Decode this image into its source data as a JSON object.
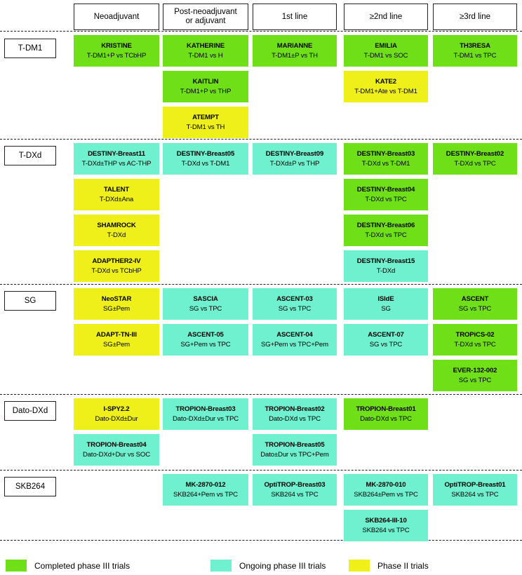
{
  "columns": [
    {
      "label": "Neoadjuvant"
    },
    {
      "label": "Post-neoadjuvant\nor adjuvant"
    },
    {
      "label": "1st line"
    },
    {
      "label": "≥2nd line"
    },
    {
      "label": "≥3rd line"
    }
  ],
  "rows": [
    {
      "label": "T-DM1"
    },
    {
      "label": "T-DXd"
    },
    {
      "label": "SG"
    },
    {
      "label": "Dato-DXd"
    },
    {
      "label": "SKB264"
    }
  ],
  "legend": [
    {
      "label": "Completed phase III trials",
      "color": "#6FE018",
      "key": "completed"
    },
    {
      "label": "Ongoing phase III trials",
      "color": "#6FF0CE",
      "key": "ongoing"
    },
    {
      "label": "Phase II trials",
      "color": "#EFF01A",
      "key": "phase2"
    }
  ],
  "chart_data": {
    "type": "table",
    "title": "Antibody-drug conjugate trials in breast cancer by treatment setting",
    "categories": [
      "Neoadjuvant",
      "Post-neoadjuvant or adjuvant",
      "1st line",
      "≥2nd line",
      "≥3rd line"
    ],
    "row_categories": [
      "T-DM1",
      "T-DXd",
      "SG",
      "Dato-DXd",
      "SKB264"
    ],
    "legend_entries": [
      "Completed phase III trials",
      "Ongoing phase III trials",
      "Phase II trials"
    ],
    "color_map": {
      "completed": "#6FE018",
      "ongoing": "#6FF0CE",
      "phase2": "#EFF01A"
    }
  },
  "cells": [
    {
      "row": "T-DM1",
      "col": "Neoadjuvant",
      "slot": 0,
      "name": "KRISTINE",
      "comparison": "T-DM1+P vs TCbHP",
      "status": "completed"
    },
    {
      "row": "T-DM1",
      "col": "Post-neoadjuvant or adjuvant",
      "slot": 0,
      "name": "KATHERINE",
      "comparison": "T-DM1 vs H",
      "status": "completed"
    },
    {
      "row": "T-DM1",
      "col": "Post-neoadjuvant or adjuvant",
      "slot": 1,
      "name": "KAITLIN",
      "comparison": "T-DM1+P vs THP",
      "status": "completed"
    },
    {
      "row": "T-DM1",
      "col": "Post-neoadjuvant or adjuvant",
      "slot": 2,
      "name": "ATEMPT",
      "comparison": "T-DM1 vs TH",
      "status": "phase2"
    },
    {
      "row": "T-DM1",
      "col": "1st line",
      "slot": 0,
      "name": "MARIANNE",
      "comparison": "T-DM1±P vs TH",
      "status": "completed"
    },
    {
      "row": "T-DM1",
      "col": "≥2nd line",
      "slot": 0,
      "name": "EMILIA",
      "comparison": "T-DM1 vs SOC",
      "status": "completed"
    },
    {
      "row": "T-DM1",
      "col": "≥2nd line",
      "slot": 1,
      "name": "KATE2",
      "comparison": "T-DM1+Ate vs T-DM1",
      "status": "phase2"
    },
    {
      "row": "T-DM1",
      "col": "≥3rd line",
      "slot": 0,
      "name": "TH3RESA",
      "comparison": "T-DM1 vs TPC",
      "status": "completed"
    },
    {
      "row": "T-DXd",
      "col": "Neoadjuvant",
      "slot": 0,
      "name": "DESTINY-Breast11",
      "comparison": "T-DXd±THP vs AC-THP",
      "status": "ongoing"
    },
    {
      "row": "T-DXd",
      "col": "Neoadjuvant",
      "slot": 1,
      "name": "TALENT",
      "comparison": "T-DXd±Ana",
      "status": "phase2"
    },
    {
      "row": "T-DXd",
      "col": "Neoadjuvant",
      "slot": 2,
      "name": "SHAMROCK",
      "comparison": "T-DXd",
      "status": "phase2"
    },
    {
      "row": "T-DXd",
      "col": "Neoadjuvant",
      "slot": 3,
      "name": "ADAPTHER2-IV",
      "comparison": "T-DXd vs TCbHP",
      "status": "phase2"
    },
    {
      "row": "T-DXd",
      "col": "Post-neoadjuvant or adjuvant",
      "slot": 0,
      "name": "DESTINY-Breast05",
      "comparison": "T-DXd vs T-DM1",
      "status": "ongoing"
    },
    {
      "row": "T-DXd",
      "col": "1st line",
      "slot": 0,
      "name": "DESTINY-Breast09",
      "comparison": "T-DXd±P vs THP",
      "status": "ongoing"
    },
    {
      "row": "T-DXd",
      "col": "≥2nd line",
      "slot": 0,
      "name": "DESTINY-Breast03",
      "comparison": "T-DXd vs T-DM1",
      "status": "completed"
    },
    {
      "row": "T-DXd",
      "col": "≥2nd line",
      "slot": 1,
      "name": "DESTINY-Breast04",
      "comparison": "T-DXd vs TPC",
      "status": "completed"
    },
    {
      "row": "T-DXd",
      "col": "≥2nd line",
      "slot": 2,
      "name": "DESTINY-Breast06",
      "comparison": "T-DXd vs TPC",
      "status": "completed"
    },
    {
      "row": "T-DXd",
      "col": "≥2nd line",
      "slot": 3,
      "name": "DESTINY-Breast15",
      "comparison": "T-DXd",
      "status": "ongoing"
    },
    {
      "row": "T-DXd",
      "col": "≥3rd line",
      "slot": 0,
      "name": "DESTINY-Breast02",
      "comparison": "T-DXd vs TPC",
      "status": "completed"
    },
    {
      "row": "SG",
      "col": "Neoadjuvant",
      "slot": 0,
      "name": "NeoSTAR",
      "comparison": "SG±Pem",
      "status": "phase2"
    },
    {
      "row": "SG",
      "col": "Neoadjuvant",
      "slot": 1,
      "name": "ADAPT-TN-III",
      "comparison": "SG±Pem",
      "status": "phase2"
    },
    {
      "row": "SG",
      "col": "Post-neoadjuvant or adjuvant",
      "slot": 0,
      "name": "SASCIA",
      "comparison": "SG vs TPC",
      "status": "ongoing"
    },
    {
      "row": "SG",
      "col": "Post-neoadjuvant or adjuvant",
      "slot": 1,
      "name": "ASCENT-05",
      "comparison": "SG+Pem vs TPC",
      "status": "ongoing"
    },
    {
      "row": "SG",
      "col": "1st line",
      "slot": 0,
      "name": "ASCENT-03",
      "comparison": "SG vs TPC",
      "status": "ongoing"
    },
    {
      "row": "SG",
      "col": "1st line",
      "slot": 1,
      "name": "ASCENT-04",
      "comparison": "SG+Pem vs TPC+Pem",
      "status": "ongoing"
    },
    {
      "row": "SG",
      "col": "≥2nd line",
      "slot": 0,
      "name": "ISIdE",
      "comparison": "SG",
      "status": "ongoing"
    },
    {
      "row": "SG",
      "col": "≥2nd line",
      "slot": 1,
      "name": "ASCENT-07",
      "comparison": "SG vs TPC",
      "status": "ongoing"
    },
    {
      "row": "SG",
      "col": "≥3rd line",
      "slot": 0,
      "name": "ASCENT",
      "comparison": "SG vs TPC",
      "status": "completed"
    },
    {
      "row": "SG",
      "col": "≥3rd line",
      "slot": 1,
      "name": "TROPiCS-02",
      "comparison": "T-DXd vs TPC",
      "status": "completed"
    },
    {
      "row": "SG",
      "col": "≥3rd line",
      "slot": 2,
      "name": "EVER-132-002",
      "comparison": "SG vs TPC",
      "status": "completed"
    },
    {
      "row": "Dato-DXd",
      "col": "Neoadjuvant",
      "slot": 0,
      "name": "I-SPY2.2",
      "comparison": "Dato-DXd±Dur",
      "status": "phase2"
    },
    {
      "row": "Dato-DXd",
      "col": "Neoadjuvant",
      "slot": 1,
      "name": "TROPION-Breast04",
      "comparison": "Dato-DXd+Dur vs SOC",
      "status": "ongoing"
    },
    {
      "row": "Dato-DXd",
      "col": "Post-neoadjuvant or adjuvant",
      "slot": 0,
      "name": "TROPION-Breast03",
      "comparison": "Dato-DXd±Dur vs TPC",
      "status": "ongoing"
    },
    {
      "row": "Dato-DXd",
      "col": "1st line",
      "slot": 0,
      "name": "TROPION-Breast02",
      "comparison": "Dato-DXd vs TPC",
      "status": "ongoing"
    },
    {
      "row": "Dato-DXd",
      "col": "1st line",
      "slot": 1,
      "name": "TROPION-Breast05",
      "comparison": "Dato±Dur vs TPC+Pem",
      "status": "ongoing"
    },
    {
      "row": "Dato-DXd",
      "col": "≥2nd line",
      "slot": 0,
      "name": "TROPION-Breast01",
      "comparison": "Dato-DXd vs TPC",
      "status": "completed"
    },
    {
      "row": "SKB264",
      "col": "Post-neoadjuvant or adjuvant",
      "slot": 0,
      "name": "MK-2870-012",
      "comparison": "SKB264+Pem vs TPC",
      "status": "ongoing"
    },
    {
      "row": "SKB264",
      "col": "1st line",
      "slot": 0,
      "name": "OptiTROP-Breast03",
      "comparison": "SKB264 vs TPC",
      "status": "ongoing"
    },
    {
      "row": "SKB264",
      "col": "≥2nd line",
      "slot": 0,
      "name": "MK-2870-010",
      "comparison": "SKB264±Pem vs TPC",
      "status": "ongoing"
    },
    {
      "row": "SKB264",
      "col": "≥2nd line",
      "slot": 1,
      "name": "SKB264-III-10",
      "comparison": "SKB264 vs TPC",
      "status": "ongoing"
    },
    {
      "row": "SKB264",
      "col": "≥3rd line",
      "slot": 0,
      "name": "OptiTROP-Breast01",
      "comparison": "SKB264 vs TPC",
      "status": "ongoing"
    }
  ]
}
